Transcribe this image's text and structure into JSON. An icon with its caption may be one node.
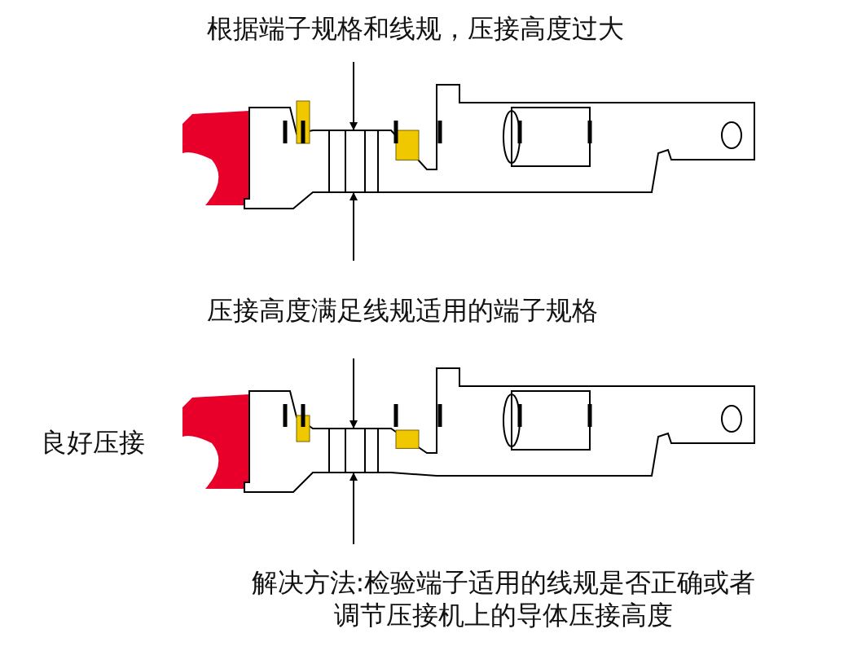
{
  "diagram": {
    "labels": [
      "根据端子规格和线规，压接高度过大",
      "压接高度满足线规适用的端子规格",
      "良好压接",
      "解决方法:检验端子适用的线规是否正确或者调节压接机上的导体压接高度"
    ]
  }
}
